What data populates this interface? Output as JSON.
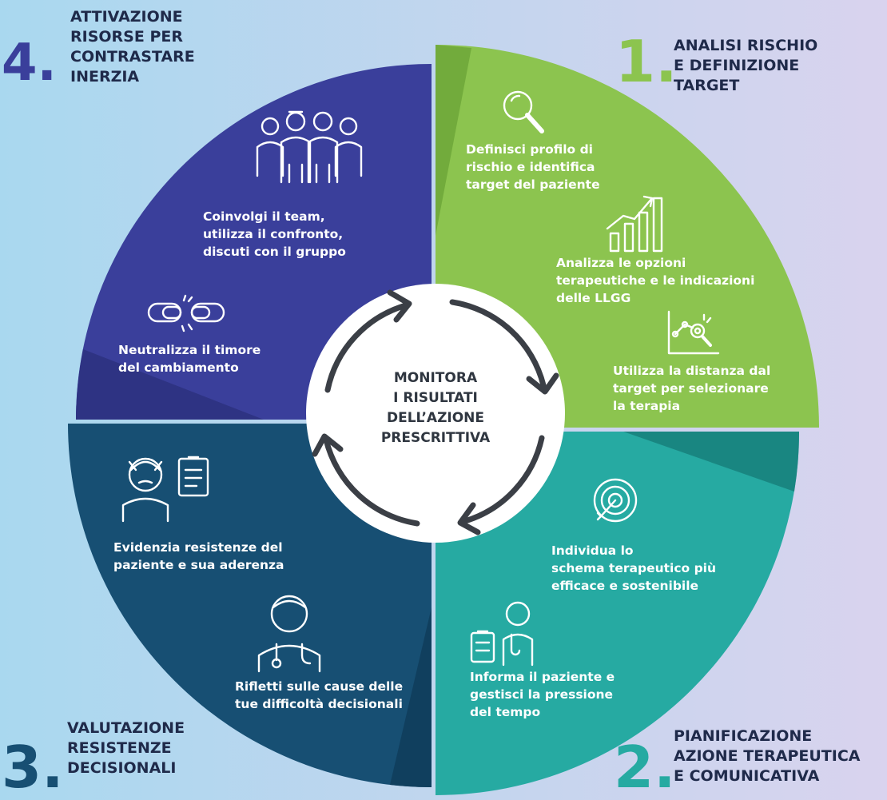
{
  "colors": {
    "bg_left": "#a9d8ef",
    "bg_right": "#d9d3ee",
    "seg1": "#8cc44f",
    "seg1_shade": "#6fa83a",
    "seg2": "#26aaa2",
    "seg2_shade": "#17807b",
    "seg3": "#174f73",
    "seg3_shade": "#0f3d5c",
    "seg4": "#3a3f9b",
    "seg4_shade": "#2e3281",
    "num1": "#8cc44f",
    "num2": "#26aaa2",
    "num3": "#174f73",
    "num4": "#3a3f9b",
    "corner_text": "#1f2a4a",
    "arrows": "#3b3f46"
  },
  "center": {
    "lines": [
      "MONITORA",
      "I RISULTATI",
      "DELL’AZIONE",
      "PRESCRITTIVA"
    ]
  },
  "corners": {
    "c1": {
      "number": "1.",
      "lines": [
        "ANALISI RISCHIO",
        "E DEFINIZIONE",
        "TARGET"
      ]
    },
    "c2": {
      "number": "2.",
      "lines": [
        "PIANIFICAZIONE",
        "AZIONE TERAPEUTICA",
        "E COMUNICATIVA"
      ]
    },
    "c3": {
      "number": "3.",
      "lines": [
        "VALUTAZIONE",
        "RESISTENZE",
        "DECISIONALI"
      ]
    },
    "c4": {
      "number": "4.",
      "lines": [
        "ATTIVAZIONE",
        "RISORSE PER",
        "CONTRASTARE",
        "INERZIA"
      ]
    }
  },
  "segments": {
    "s1": {
      "items": [
        {
          "icon": "magnifier-icon",
          "lines": [
            "Definisci profilo di",
            "rischio e identifica",
            "target del paziente"
          ]
        },
        {
          "icon": "growth-chart-icon",
          "lines": [
            "Analizza le opzioni",
            "terapeutiche e le indicazioni",
            "delle LLGG"
          ]
        },
        {
          "icon": "data-analysis-icon",
          "lines": [
            "Utilizza la distanza dal",
            "target per selezionare",
            "la terapia"
          ]
        }
      ]
    },
    "s2": {
      "items": [
        {
          "icon": "target-icon",
          "lines": [
            "Individua lo",
            "schema terapeutico più",
            "efficace e sostenibile"
          ]
        },
        {
          "icon": "doctor-clipboard-icon",
          "lines": [
            "Informa il paziente e",
            "gestisci la pressione",
            "del tempo"
          ]
        }
      ]
    },
    "s3": {
      "items": [
        {
          "icon": "stressed-patient-icon",
          "lines": [
            "Evidenzia resistenze del",
            "paziente e sua aderenza"
          ]
        },
        {
          "icon": "doctor-icon",
          "lines": [
            "Rifletti sulle cause delle",
            "tue difficoltà decisionali"
          ]
        }
      ]
    },
    "s4": {
      "items": [
        {
          "icon": "team-icon",
          "lines": [
            "Coinvolgi il team,",
            "utilizza il confronto,",
            "discuti con il gruppo"
          ]
        },
        {
          "icon": "broken-chain-icon",
          "lines": [
            "Neutralizza il timore",
            "del cambiamento"
          ]
        }
      ]
    }
  }
}
